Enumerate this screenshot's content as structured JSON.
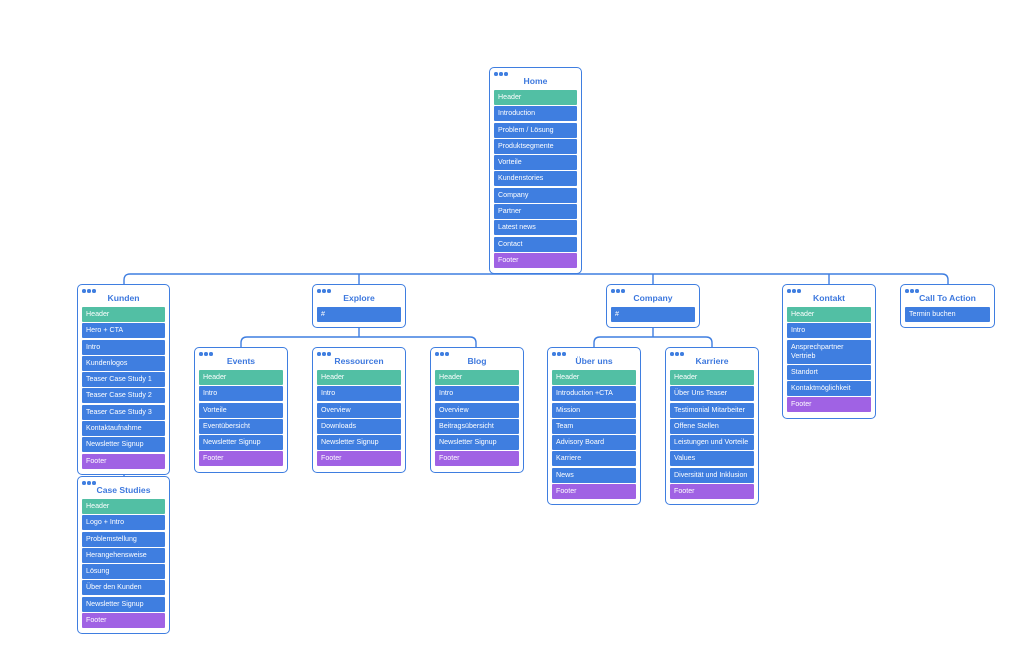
{
  "colors": {
    "outline": "#3f7ee0",
    "item": "#3f7ee0",
    "header": "#52bfa4",
    "footer": "#a062e4",
    "title": "#3d78de"
  },
  "cards": {
    "home": {
      "title": "Home",
      "items": [
        "Header",
        "Introduction",
        "Problem / Lösung",
        "Produktsegmente",
        "Vorteile",
        "Kundenstories",
        "Company",
        "Partner",
        "Latest news",
        "Contact",
        "Footer"
      ]
    },
    "kunden": {
      "title": "Kunden",
      "items": [
        "Header",
        "Hero + CTA",
        "Intro",
        "Kundenlogos",
        "Teaser Case Study 1",
        "Teaser Case Study 2",
        "Teaser Case Study 3",
        "Kontaktaufnahme",
        "Newsletter Signup",
        "Footer"
      ]
    },
    "case_studies": {
      "title": "Case Studies",
      "items": [
        "Header",
        "Logo + Intro",
        "Problemstellung",
        "Herangehensweise",
        "Lösung",
        "Über den Kunden",
        "Newsletter Signup",
        "Footer"
      ]
    },
    "explore": {
      "title": "Explore",
      "items": [
        "#"
      ]
    },
    "events": {
      "title": "Events",
      "items": [
        "Header",
        "Intro",
        "Vorteile",
        "Eventübersicht",
        "Newsletter Signup",
        "Footer"
      ]
    },
    "ressourcen": {
      "title": "Ressourcen",
      "items": [
        "Header",
        "Intro",
        "Overview",
        "Downloads",
        "Newsletter Signup",
        "Footer"
      ]
    },
    "blog": {
      "title": "Blog",
      "items": [
        "Header",
        "Intro",
        "Overview",
        "Beitragsübersicht",
        "Newsletter Signup",
        "Footer"
      ]
    },
    "company": {
      "title": "Company",
      "items": [
        "#"
      ]
    },
    "ueber_uns": {
      "title": "Über uns",
      "items": [
        "Header",
        "Introduction +CTA",
        "Mission",
        "Team",
        "Advisory Board",
        "Karriere",
        "News",
        "Footer"
      ]
    },
    "karriere": {
      "title": "Karriere",
      "items": [
        "Header",
        "Über Uns Teaser",
        "Testimonial Mitarbeiter",
        "Offene Stellen",
        "Leistungen und Vorteile",
        "Values",
        "Diversität und Inklusion",
        "Footer"
      ]
    },
    "kontakt": {
      "title": "Kontakt",
      "items": [
        "Header",
        "Intro",
        "Ansprechpartner Vertrieb",
        "Standort",
        "Kontaktmöglichkeit",
        "Footer"
      ]
    },
    "cta": {
      "title": "Call To Action",
      "items": [
        "Termin buchen"
      ]
    }
  }
}
